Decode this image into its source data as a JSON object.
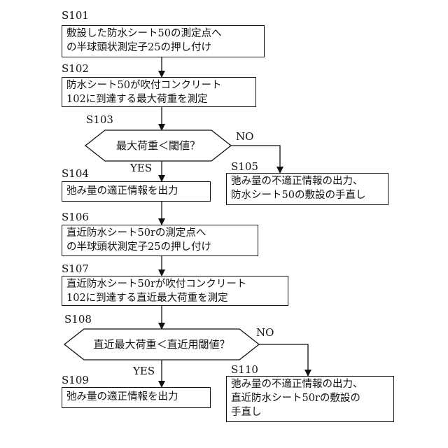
{
  "steps": {
    "s101": {
      "id": "S101",
      "lines": [
        "敷設した防水シート50の測定点へ",
        "の半球頭状測定子25の押し付け"
      ]
    },
    "s102": {
      "id": "S102",
      "lines": [
        "防水シート50が吹付コンクリート",
        "102に到達する最大荷重を測定"
      ]
    },
    "s103": {
      "id": "S103",
      "text": "最大荷重＜閾値？",
      "yes": "YES",
      "no": "NO"
    },
    "s104": {
      "id": "S104",
      "lines": [
        "弛み量の適正情報を出力"
      ]
    },
    "s105": {
      "id": "S105",
      "lines": [
        "弛み量の不適正情報の出力、",
        "防水シート50の敷設の手直し"
      ]
    },
    "s106": {
      "id": "S106",
      "lines": [
        "直近防水シート50rの測定点へ",
        "の半球頭状測定子25の押し付け"
      ]
    },
    "s107": {
      "id": "S107",
      "lines": [
        "直近防水シート50rが吹付コンクリート",
        "102に到達する直近最大荷重を測定"
      ]
    },
    "s108": {
      "id": "S108",
      "text": "直近最大荷重＜直近用閾値？",
      "yes": "YES",
      "no": "NO"
    },
    "s109": {
      "id": "S109",
      "lines": [
        "弛み量の適正情報を出力"
      ]
    },
    "s110": {
      "id": "S110",
      "lines": [
        "弛み量の不適正情報の出力、",
        "直近防水シート50rの敷設の",
        "手直し"
      ]
    }
  },
  "colors": {
    "stroke": "#111111",
    "fill": "#ffffff"
  }
}
